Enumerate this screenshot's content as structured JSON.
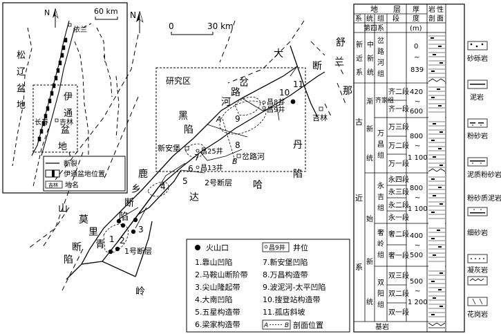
{
  "inset": {
    "north": "N",
    "scale": "60 km",
    "yilan": "依兰",
    "songliao": [
      "松",
      "辽",
      "盆",
      "地"
    ],
    "yitong": [
      "伊",
      "通",
      "盆",
      "地"
    ],
    "changchun": "长春",
    "jilin": "吉林",
    "legend": [
      {
        "symbol": "fault",
        "label": "断裂"
      },
      {
        "symbol": "basin",
        "label": "伊通盆地位置"
      },
      {
        "symbol": "place",
        "sample": "吉林",
        "label": "地名"
      }
    ]
  },
  "main": {
    "north": "N",
    "scale_zero": "0",
    "scale_end": "30 km",
    "study_area": "研究区",
    "labels": {
      "shulan": [
        "舒",
        "兰"
      ],
      "daduan": [
        "大",
        "断"
      ],
      "naxian": [
        "那"
      ],
      "dan": "丹",
      "ha": "哈",
      "da": "达",
      "xian": "陷",
      "hei": "黑",
      "xian2": "陷",
      "he": "河",
      "lu": "路",
      "pen": "岔",
      "luxiang": [
        "鹿",
        "乡",
        "断",
        "陷"
      ],
      "shan": "山",
      "mo": "莫",
      "li": "里",
      "qing": "青",
      "duan2": "断",
      "xian3": "陷",
      "ling": "岭",
      "xinanbao": "新安堡",
      "chalu": "岔路河",
      "jilin": "吉林",
      "well8": "昌8井",
      "well9": "昌9井",
      "well25": "昌25井",
      "well13": "昌13井",
      "fault1": "1号断层",
      "fault2": "2号断层",
      "section_a": "A",
      "section_b": "B"
    },
    "zones": [
      "1",
      "2",
      "3",
      "4",
      "5",
      "6",
      "7",
      "8",
      "9",
      "10",
      "11"
    ],
    "legend": {
      "volcano": "火山口",
      "well_sample": "昌9井",
      "well": "井位",
      "section_sample_a": "A",
      "section_sample_b": "B",
      "section": "剖面位置",
      "items": [
        "1.靠山凹陷",
        "2.马鞍山断阶带",
        "3.尖山隆起带",
        "4.大南凹陷",
        "5.五星构造带",
        "6.梁家构造带",
        "7.新安堡凹陷",
        "8.万昌构造带",
        "9.波泥河-太平凹陷",
        "10.搜登站构造带",
        "11.孤店斜坡"
      ]
    }
  },
  "strat": {
    "header_top": "地　　层",
    "col_system": "系",
    "col_series": "统",
    "col_group": "组",
    "col_member": "段",
    "col_thickness": [
      "厚",
      "度",
      "(m)"
    ],
    "col_lith": [
      "岩",
      "性",
      "剖",
      "面"
    ],
    "quaternary": "第四系",
    "neogene": [
      "新",
      "近",
      "系"
    ],
    "neogene_series": [
      "中",
      "新",
      "统"
    ],
    "chalu_group": [
      "岔",
      "路",
      "河",
      "组"
    ],
    "neogene_thickness": [
      "0",
      "~",
      "839"
    ],
    "paleogene": [
      "古",
      "",
      "近",
      "",
      "系"
    ],
    "jianxin": [
      "渐",
      "新",
      "统"
    ],
    "shixin": [
      "始",
      "新",
      "统"
    ],
    "qijia": [
      "齐家组"
    ],
    "qijia_members": [
      "齐二段",
      "齐一段"
    ],
    "qijia_thickness": [
      "420",
      "~",
      "600"
    ],
    "wanchang": [
      "万",
      "昌",
      "组"
    ],
    "wanchang_members": [
      "万三段",
      "万二段",
      "万一段"
    ],
    "wanchang_thickness": [
      "800",
      "~",
      "1 100"
    ],
    "yongji": [
      "永",
      "吉",
      "组"
    ],
    "yongji_members": [
      "永四段",
      "永三段",
      "永二段",
      "永一段"
    ],
    "yongji_thickness": [
      "800",
      "~",
      "1 100"
    ],
    "sheling": [
      "奢",
      "岭",
      "组"
    ],
    "sheling_members": [
      "奢二段",
      "奢一段"
    ],
    "sheling_thickness": [
      "400",
      "~",
      "500"
    ],
    "shuangyang": [
      "双",
      "阳",
      "组"
    ],
    "shuangyang_members": [
      "双三段",
      "双二段",
      "双一段"
    ],
    "shuangyang_thickness": [
      "500",
      "~",
      "1 200"
    ],
    "basement": "基岩",
    "lith_legend": [
      "砂砾岩",
      "泥岩",
      "粉砂岩",
      "泥质粉砂岩",
      "粉砂质泥岩",
      "细砂岩",
      "凝灰岩",
      "花岗岩"
    ]
  }
}
